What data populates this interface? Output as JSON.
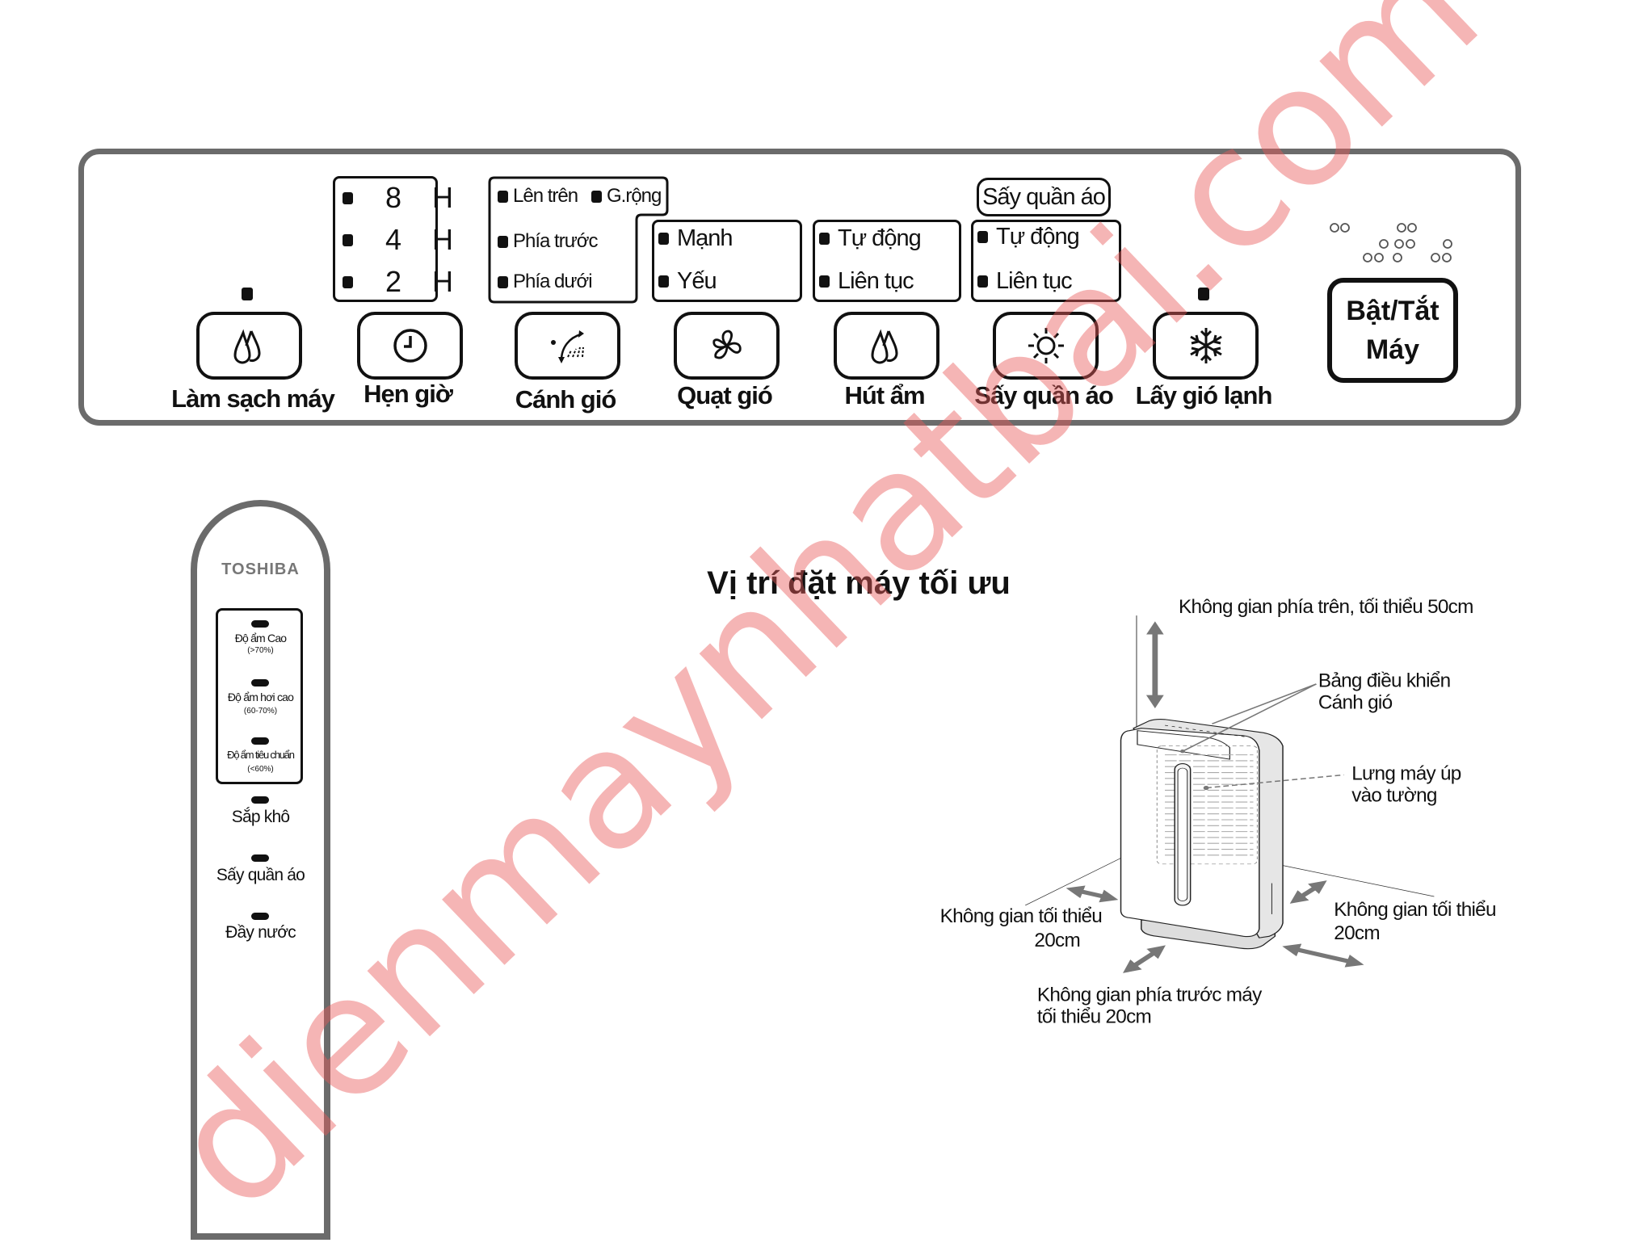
{
  "panel": {
    "buttons": [
      {
        "label": "Làm sạch máy",
        "icon": "double-drop-icon"
      },
      {
        "label": "Hẹn giờ",
        "icon": "clock-icon"
      },
      {
        "label": "Cánh gió",
        "icon": "louver-swing-icon"
      },
      {
        "label": "Quạt gió",
        "icon": "fan-icon"
      },
      {
        "label": "Hút ẩm",
        "icon": "double-drop-icon"
      },
      {
        "label": "Sấy quần áo",
        "icon": "sun-icon"
      },
      {
        "label": "Lấy gió lạnh",
        "icon": "snowflake-icon"
      }
    ],
    "timer_options": [
      "8 H",
      "4 H",
      "2 H"
    ],
    "louver_options": [
      "Lên trên",
      "G.rộng",
      "Phía trước",
      "Phía dưới"
    ],
    "fan_options": [
      "Mạnh",
      "Yếu"
    ],
    "dehumidify_options": [
      "Tự động",
      "Liên tục"
    ],
    "dry_header": "Sấy quần áo",
    "dry_options": [
      "Tự động",
      "Liên tục"
    ],
    "power": {
      "line1": "Bật/Tắt",
      "line2": "Máy"
    }
  },
  "remote": {
    "brand": "TOSHIBA",
    "humidity_levels": [
      {
        "label": "Độ ẩm Cao",
        "range": "(>70%)"
      },
      {
        "label": "Độ ẩm hơi cao",
        "range": "(60-70%)"
      },
      {
        "label": "Độ ẩm tiêu chuẩn",
        "range": "(<60%)"
      }
    ],
    "indicators": [
      "Sắp khô",
      "Sấy quần áo",
      "Đầy nước"
    ]
  },
  "placement": {
    "title": "Vị trí đặt máy tối ưu",
    "top_space": "Không gian phía trên, tối thiểu 50cm",
    "control_panel": {
      "line1": "Bảng điều khiển",
      "line2": "Cánh gió"
    },
    "back": {
      "line1": "Lưng máy úp",
      "line2": "vào tường"
    },
    "left_space": {
      "line1": "Không gian tối thiểu",
      "line2": "20cm"
    },
    "right_space": {
      "line1": "Không gian tối thiểu",
      "line2": "20cm"
    },
    "front_space": {
      "line1": "Không gian phía trước máy",
      "line2": "tối thiểu 20cm"
    }
  },
  "watermark": "dienmaynhatbai.com",
  "colors": {
    "frame": "#6b6b6b",
    "watermark": "#e85a5a",
    "arrow": "#777777"
  }
}
